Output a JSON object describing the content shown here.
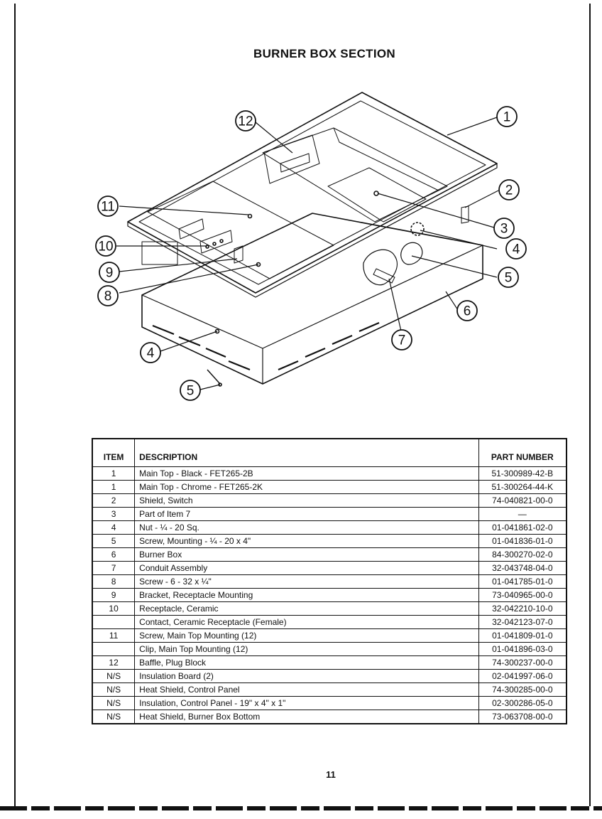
{
  "title": "BURNER BOX SECTION",
  "callouts": [
    "12",
    "1",
    "11",
    "2",
    "3",
    "10",
    "4",
    "9",
    "5",
    "8",
    "6",
    "4",
    "7",
    "5"
  ],
  "table": {
    "headers": {
      "item": "ITEM",
      "description": "DESCRIPTION",
      "part_number": "PART NUMBER"
    },
    "rows": [
      {
        "item": "1",
        "description": "Main Top - Black - FET265-2B",
        "part_number": "51-300989-42-B"
      },
      {
        "item": "1",
        "description": "Main Top - Chrome - FET265-2K",
        "part_number": "51-300264-44-K"
      },
      {
        "item": "2",
        "description": "Shield, Switch",
        "part_number": "74-040821-00-0"
      },
      {
        "item": "3",
        "description": "Part of Item 7",
        "part_number": "—"
      },
      {
        "item": "4",
        "description": "Nut - ¼ - 20 Sq.",
        "part_number": "01-041861-02-0"
      },
      {
        "item": "5",
        "description": "Screw, Mounting - ¼ - 20 x 4\"",
        "part_number": "01-041836-01-0"
      },
      {
        "item": "6",
        "description": "Burner Box",
        "part_number": "84-300270-02-0"
      },
      {
        "item": "7",
        "description": "Conduit Assembly",
        "part_number": "32-043748-04-0"
      },
      {
        "item": "8",
        "description": "Screw - 6 - 32 x ¼\"",
        "part_number": "01-041785-01-0"
      },
      {
        "item": "9",
        "description": "Bracket, Receptacle Mounting",
        "part_number": "73-040965-00-0"
      },
      {
        "item": "10",
        "description": "Receptacle, Ceramic",
        "part_number": "32-042210-10-0"
      },
      {
        "item": "",
        "description": "Contact, Ceramic Receptacle (Female)",
        "part_number": "32-042123-07-0"
      },
      {
        "item": "11",
        "description": "Screw, Main Top Mounting (12)",
        "part_number": "01-041809-01-0"
      },
      {
        "item": "",
        "description": "Clip, Main Top Mounting (12)",
        "part_number": "01-041896-03-0"
      },
      {
        "item": "12",
        "description": "Baffle, Plug Block",
        "part_number": "74-300237-00-0"
      },
      {
        "item": "N/S",
        "description": "Insulation Board (2)",
        "part_number": "02-041997-06-0"
      },
      {
        "item": "N/S",
        "description": "Heat Shield, Control Panel",
        "part_number": "74-300285-00-0"
      },
      {
        "item": "N/S",
        "description": "Insulation, Control Panel - 19\" x 4\" x 1\"",
        "part_number": "02-300286-05-0"
      },
      {
        "item": "N/S",
        "description": "Heat Shield, Burner Box Bottom",
        "part_number": "73-063708-00-0"
      }
    ]
  },
  "page_number": "11"
}
